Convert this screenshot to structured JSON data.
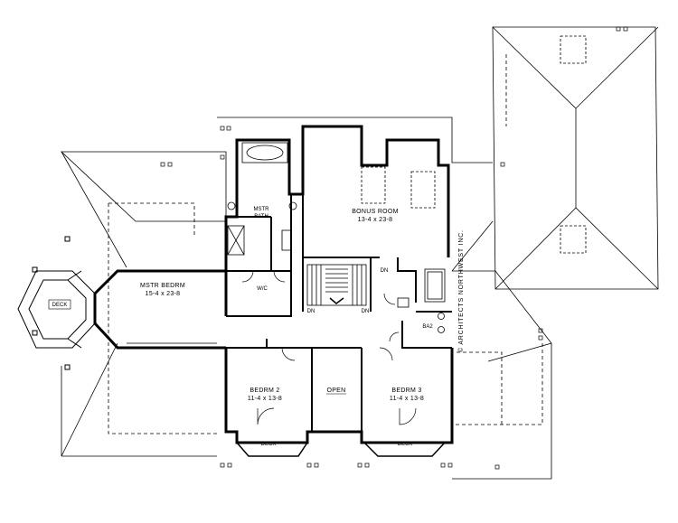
{
  "rooms": {
    "bonus_room": {
      "name": "BONUS ROOM",
      "dims": "13-4 x 23-8"
    },
    "mstr_bedrm": {
      "name": "MSTR BEDRM",
      "dims": "15-4 x 23-8"
    },
    "mstr_bath": {
      "name_line1": "MSTR",
      "name_line2": "BATH"
    },
    "wic": {
      "name": "W/C"
    },
    "bedrm2": {
      "name": "BEDRM 2",
      "dims": "11-4 x 13-8"
    },
    "bedrm3": {
      "name": "BEDRM 3",
      "dims": "11-4 x 13-8"
    },
    "open": {
      "name": "OPEN"
    },
    "ba2": {
      "name": "BA2"
    },
    "deck_left": {
      "name": "DECK"
    },
    "deck_bottom_left": {
      "name": "DECK"
    },
    "deck_bottom_right": {
      "name": "DECK"
    }
  },
  "stairs": {
    "dn_1": "DN",
    "dn_2": "DN",
    "dn_3": "DN"
  },
  "credit": {
    "text": "© ARCHITECTS NORTHWEST INC."
  }
}
